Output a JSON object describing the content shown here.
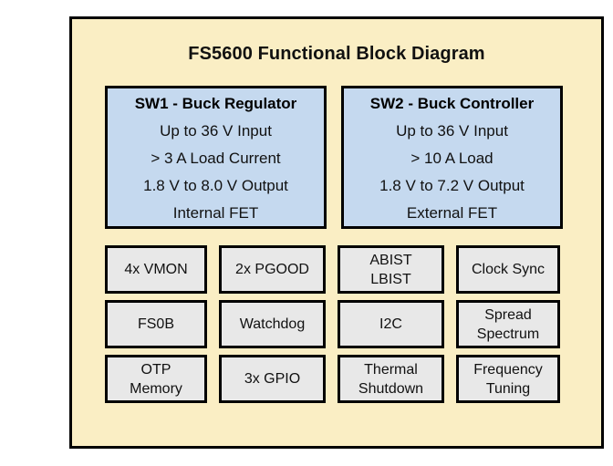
{
  "diagram": {
    "title": "FS5600 Functional Block Diagram",
    "colors": {
      "frame_background": "#faeec4",
      "frame_border": "#000000",
      "switcher_block_fill": "#c5d9ef",
      "feature_block_fill": "#e8e8e8",
      "text": "#111111"
    },
    "switcher_blocks": [
      {
        "heading": "SW1 - Buck Regulator",
        "lines": [
          "Up to 36 V Input",
          "> 3 A Load Current",
          "1.8 V to 8.0 V Output",
          "Internal FET"
        ]
      },
      {
        "heading": "SW2 - Buck Controller",
        "lines": [
          "Up to 36 V Input",
          "> 10 A Load",
          "1.8 V to 7.2 V Output",
          "External FET"
        ]
      }
    ],
    "feature_blocks": [
      {
        "lines": [
          "4x VMON"
        ]
      },
      {
        "lines": [
          "2x PGOOD"
        ]
      },
      {
        "lines": [
          "ABIST",
          "LBIST"
        ]
      },
      {
        "lines": [
          "Clock Sync"
        ]
      },
      {
        "lines": [
          "FS0B"
        ]
      },
      {
        "lines": [
          "Watchdog"
        ]
      },
      {
        "lines": [
          "I2C"
        ]
      },
      {
        "lines": [
          "Spread",
          "Spectrum"
        ]
      },
      {
        "lines": [
          "OTP",
          "Memory"
        ]
      },
      {
        "lines": [
          "3x GPIO"
        ]
      },
      {
        "lines": [
          "Thermal",
          "Shutdown"
        ]
      },
      {
        "lines": [
          "Frequency",
          "Tuning"
        ]
      }
    ]
  }
}
